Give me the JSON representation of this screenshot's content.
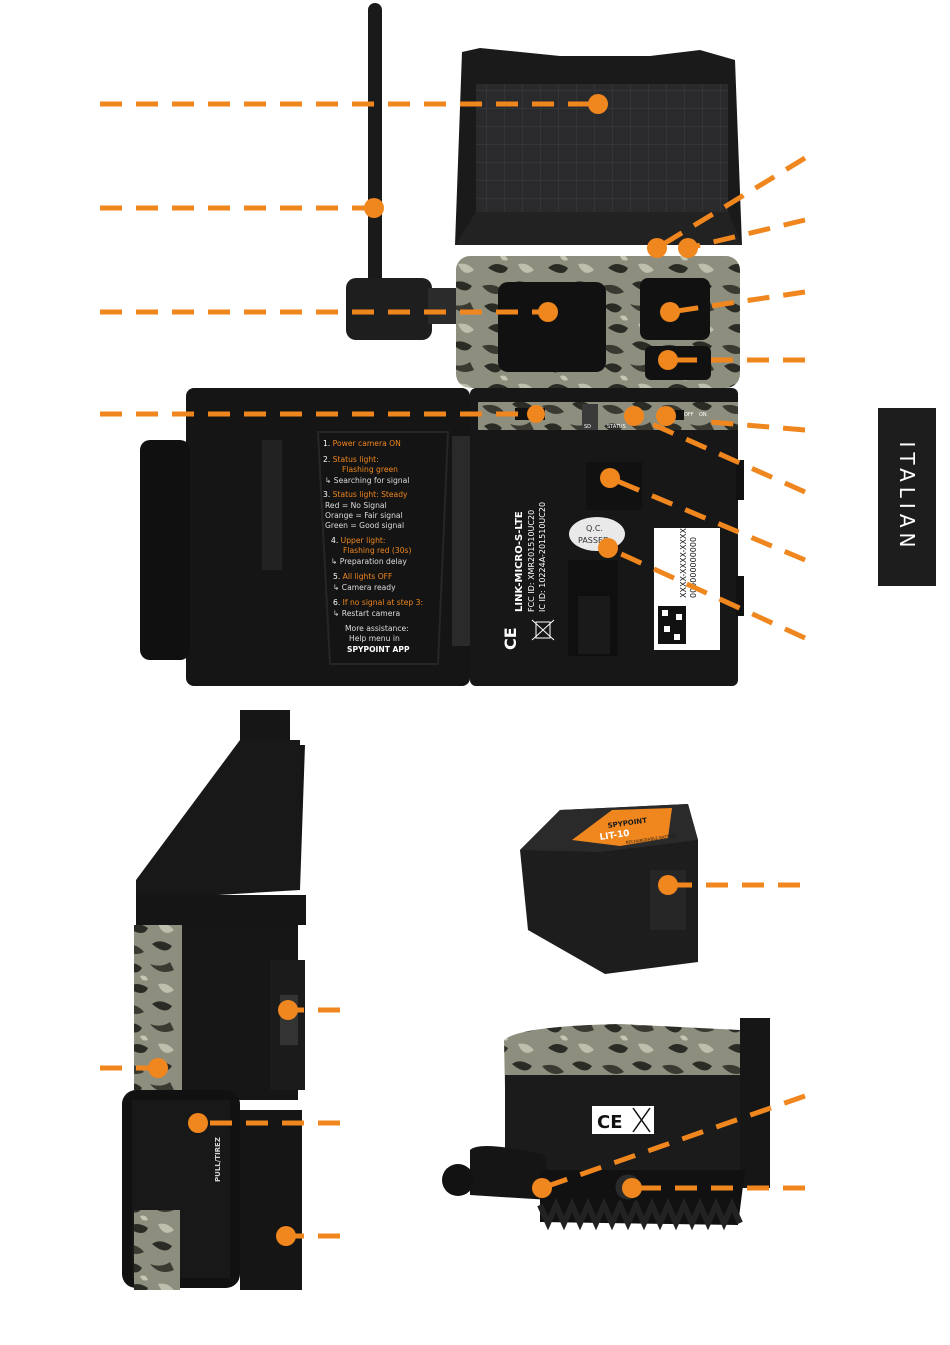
{
  "language_tab": "ITALIAN",
  "colors": {
    "accent": "#f0861e",
    "body": "#151515",
    "camo_base": "#8d8e7e",
    "camo_dark": "#2b2b26",
    "sticker": "#ffffff"
  },
  "instructions": [
    {
      "num": "1.",
      "head": "Power camera ON",
      "lines": []
    },
    {
      "num": "2.",
      "head": "Status light:",
      "head2": "Flashing green",
      "lines": [
        "↳ Searching for signal"
      ]
    },
    {
      "num": "3.",
      "head": "Status light: Steady",
      "lines": [
        "Red = No Signal",
        "Orange = Fair signal",
        "Green = Good signal"
      ]
    },
    {
      "num": "4.",
      "head": "Upper light:",
      "head2": "Flashing red (30s)",
      "lines": [
        "↳ Preparation delay"
      ]
    },
    {
      "num": "5.",
      "head": "All lights OFF",
      "lines": [
        "↳ Camera ready"
      ]
    },
    {
      "num": "6.",
      "head": "If no signal at step 3:",
      "lines": [
        "↳ Restart camera"
      ]
    },
    {
      "num": "",
      "head": "",
      "lines": [
        "More assistance:",
        "Help menu in"
      ]
    },
    {
      "num": "",
      "head": "",
      "lines": [],
      "strong": "SPYPOINT APP"
    }
  ],
  "device_labels": {
    "model": "LINK-MICRO-S-LTE",
    "fcc": "FCC ID: XMR201510UC20",
    "ic": "IC ID: 10224A-201510UC20",
    "ce": "CE",
    "qc_top": "Q.C.",
    "qc_bottom": "PASSED",
    "imei": "XXXX-XXXX-XXXX",
    "serial": "000000000000",
    "switch_off": "OFF",
    "switch_on": "ON",
    "status": "STATUS",
    "sd": "SD"
  },
  "battery": {
    "brand": "SPYPOINT",
    "model": "LIT-10",
    "note": "RECHARGEABLE BATTERY"
  },
  "side_label": "PULL/TIREZ"
}
